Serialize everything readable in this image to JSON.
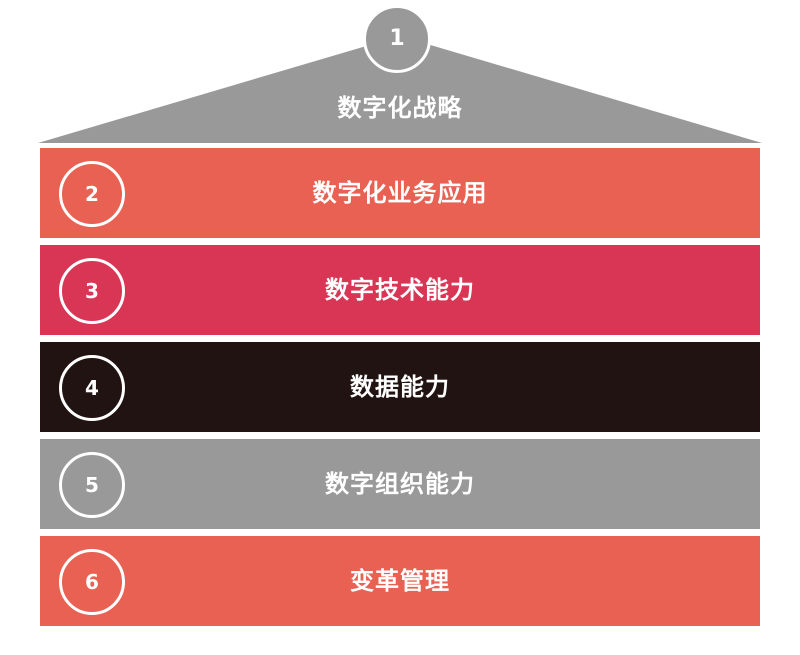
{
  "roof": {
    "number": "1",
    "title": "数字化战略",
    "color": "#999999"
  },
  "layers": [
    {
      "number": "2",
      "label": "数字化业务应用",
      "color": "#E86153"
    },
    {
      "number": "3",
      "label": "数字技术能力",
      "color": "#D93555"
    },
    {
      "number": "4",
      "label": "数据能力",
      "color": "#201311"
    },
    {
      "number": "5",
      "label": "数字组织能力",
      "color": "#999999"
    },
    {
      "number": "6",
      "label": "变革管理",
      "color": "#E86153"
    }
  ]
}
